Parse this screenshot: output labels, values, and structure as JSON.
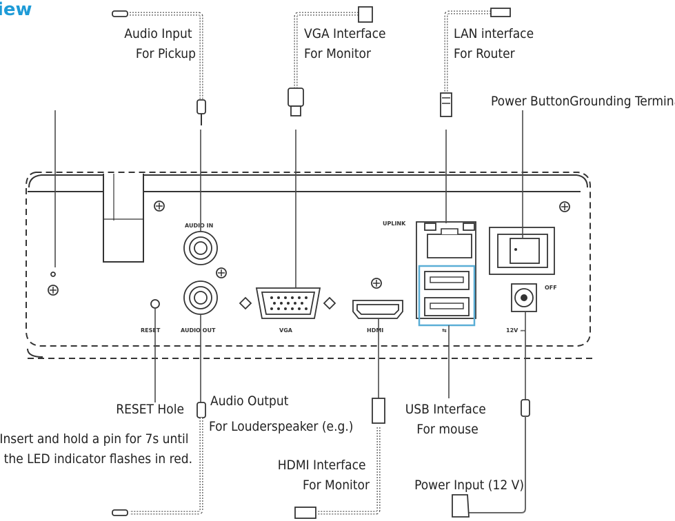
{
  "heading": {
    "text": "iew",
    "color": "#1e9bd7"
  },
  "callouts": {
    "audio_input": [
      "Audio Input",
      "For Pickup"
    ],
    "vga_interface": [
      "VGA Interface",
      "For Monitor"
    ],
    "lan_interface": [
      "LAN interface",
      "For Router"
    ],
    "power_button": "Power ButtonGrounding Terminal",
    "reset_hole": "RESET Hole",
    "reset_note": [
      "Insert and hold a pin for 7s until",
      "the LED indicator flashes in red."
    ],
    "audio_output": [
      "Audio Output",
      "For Louderspeaker (e.g.)"
    ],
    "usb_interface": [
      "USB Interface",
      "For mouse"
    ],
    "hdmi_interface": [
      "HDMI Interface",
      "For Monitor"
    ],
    "power_input": "Power Input (12 V)"
  },
  "panel_labels": {
    "audio_in": "AUDIO IN",
    "audio_out": "AUDIO OUT",
    "reset": "RESET",
    "vga": "VGA",
    "hdmi": "HDMI",
    "uplink": "UPLINK",
    "off": "OFF",
    "power": "12V"
  },
  "colors": {
    "usb_highlight": "#5aaed6"
  }
}
